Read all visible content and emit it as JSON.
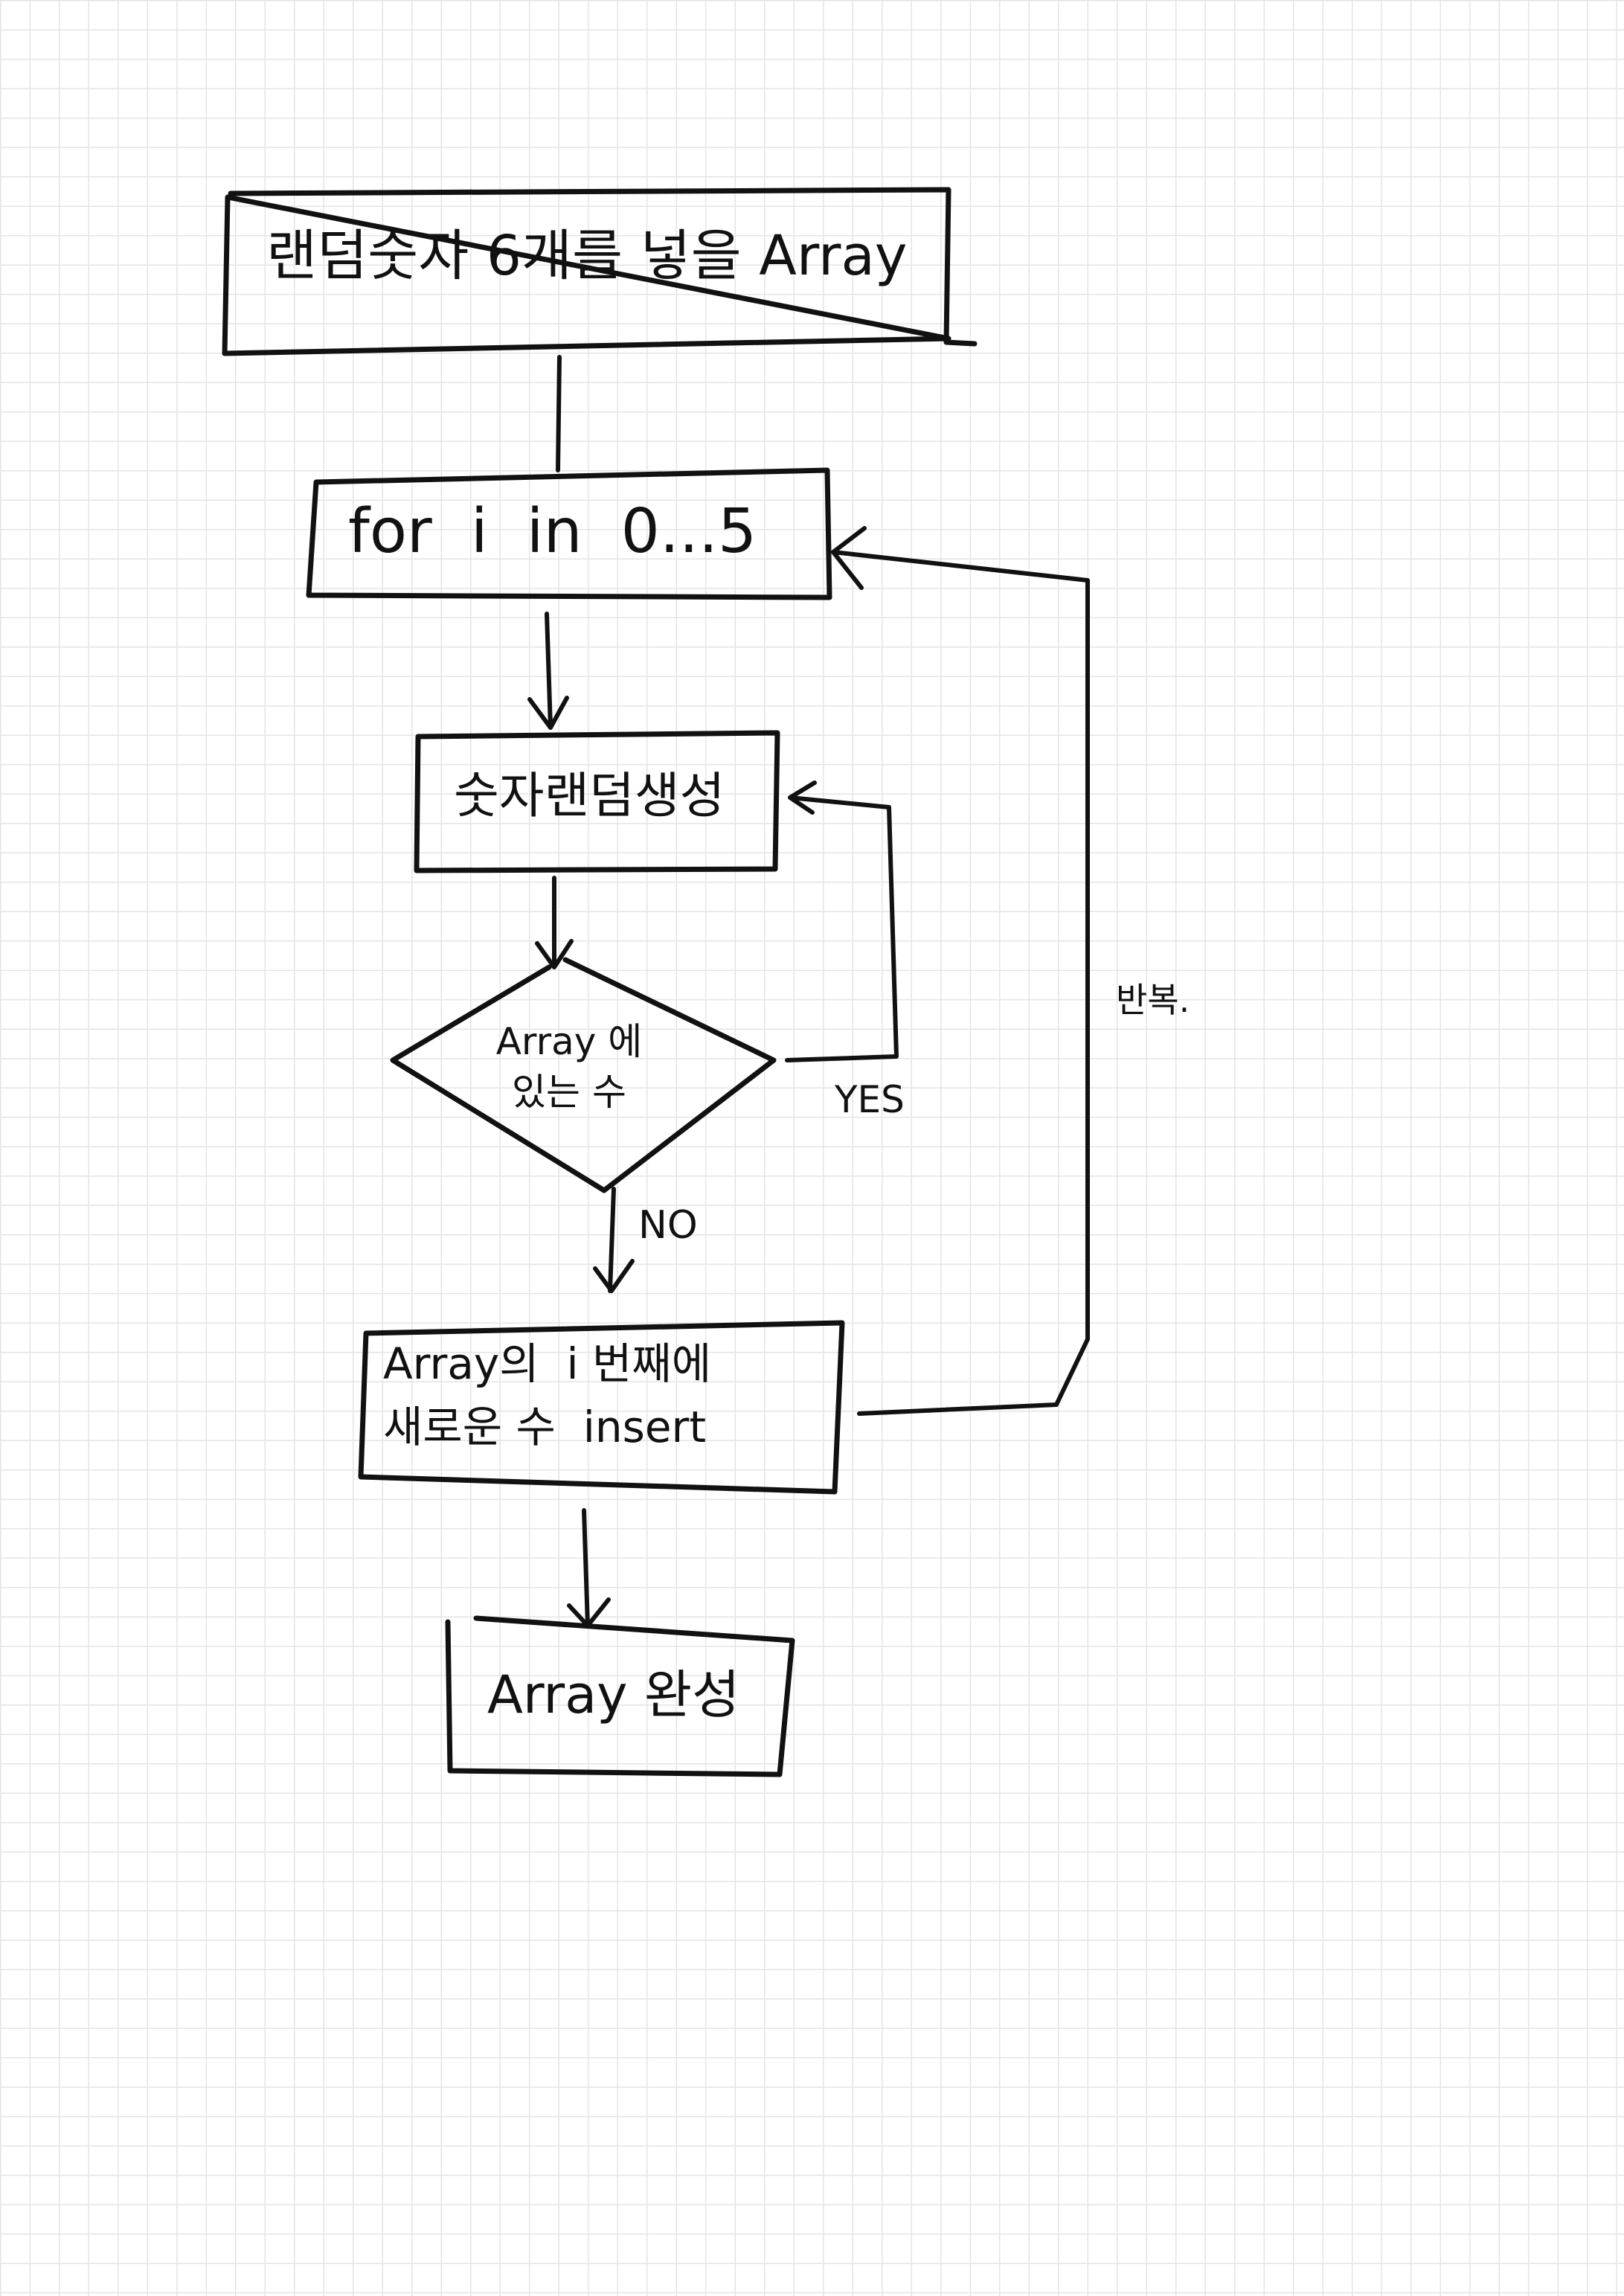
{
  "nodes": {
    "start": "랜덤숫자 6개를 넣을 Array",
    "loop": "for  i  in  0...5",
    "generate": "숫자랜덤생성",
    "decision_line1": "Array 에",
    "decision_line2": "있는 수",
    "insert_line1": "Array의  i 번째에",
    "insert_line2": "새로운 수  insert",
    "end": "Array 완성"
  },
  "edges": {
    "yes": "YES",
    "no": "NO",
    "repeat": "반복."
  }
}
